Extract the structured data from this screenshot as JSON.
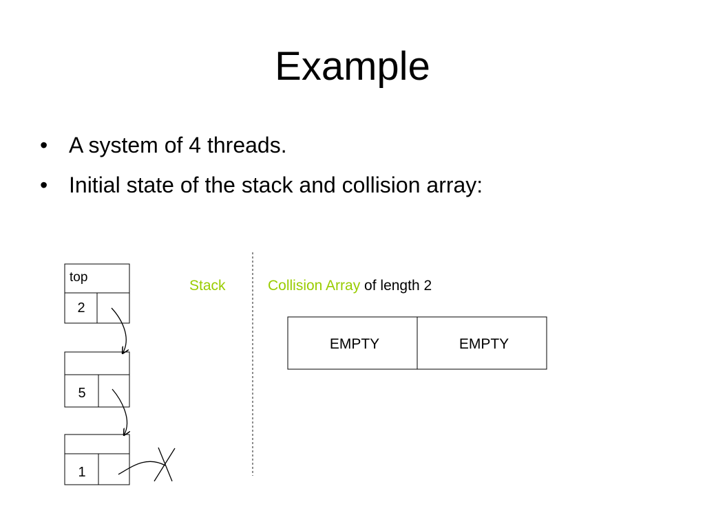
{
  "slide": {
    "title": "Example",
    "bullets": [
      "A system of 4 threads.",
      "Initial state of the stack and collision array:"
    ],
    "bullet_char": "•"
  },
  "stack": {
    "label": "Stack",
    "top_label": "top",
    "top_value": "2",
    "nodes": [
      {
        "value": "5"
      },
      {
        "value": "1"
      }
    ]
  },
  "collision_array": {
    "label": "Collision Array",
    "label_suffix": " of length 2",
    "cells": [
      "EMPTY",
      "EMPTY"
    ]
  },
  "colors": {
    "accent": "#99cc00",
    "text": "#000000",
    "line": "#000000",
    "divider": "#666666"
  }
}
